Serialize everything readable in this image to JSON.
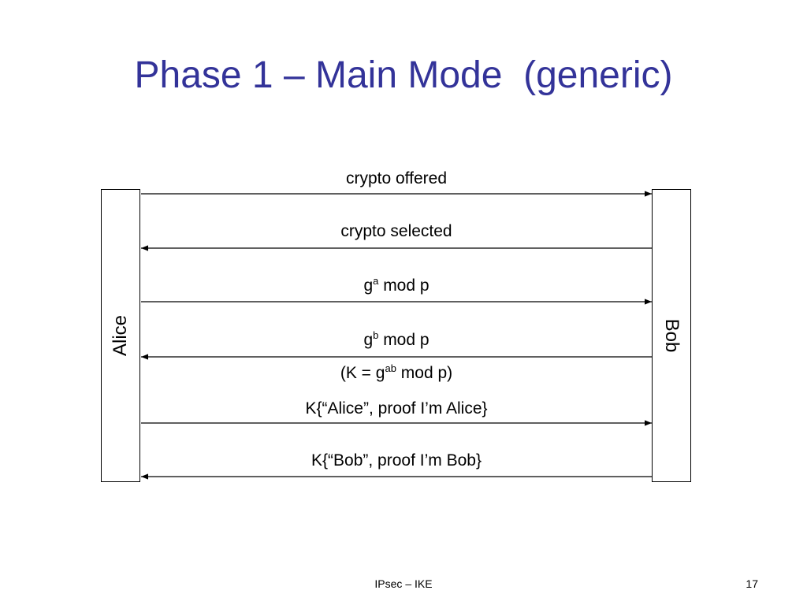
{
  "slide": {
    "title": "Phase 1 – Main Mode  (generic)",
    "footer_center": "IPsec – IKE",
    "page_number": "17"
  },
  "parties": {
    "left": "Alice",
    "right": "Bob"
  },
  "messages": [
    {
      "base": "crypto offered",
      "sup": "",
      "rest": "",
      "direction": "right"
    },
    {
      "base": "crypto selected",
      "sup": "",
      "rest": "",
      "direction": "left"
    },
    {
      "base": "g",
      "sup": "a",
      "rest": " mod p",
      "direction": "right"
    },
    {
      "base": "g",
      "sup": "b",
      "rest": " mod p",
      "direction": "left"
    },
    {
      "base": "K{“Alice”, proof I’m Alice}",
      "sup": "",
      "rest": "",
      "direction": "right"
    },
    {
      "base": "K{“Bob”, proof I’m Bob}",
      "sup": "",
      "rest": "",
      "direction": "left"
    }
  ],
  "key_note": {
    "base": "(K = g",
    "sup": "ab",
    "rest": " mod p)"
  },
  "colors": {
    "title": "#333399",
    "lines": "#000000"
  }
}
